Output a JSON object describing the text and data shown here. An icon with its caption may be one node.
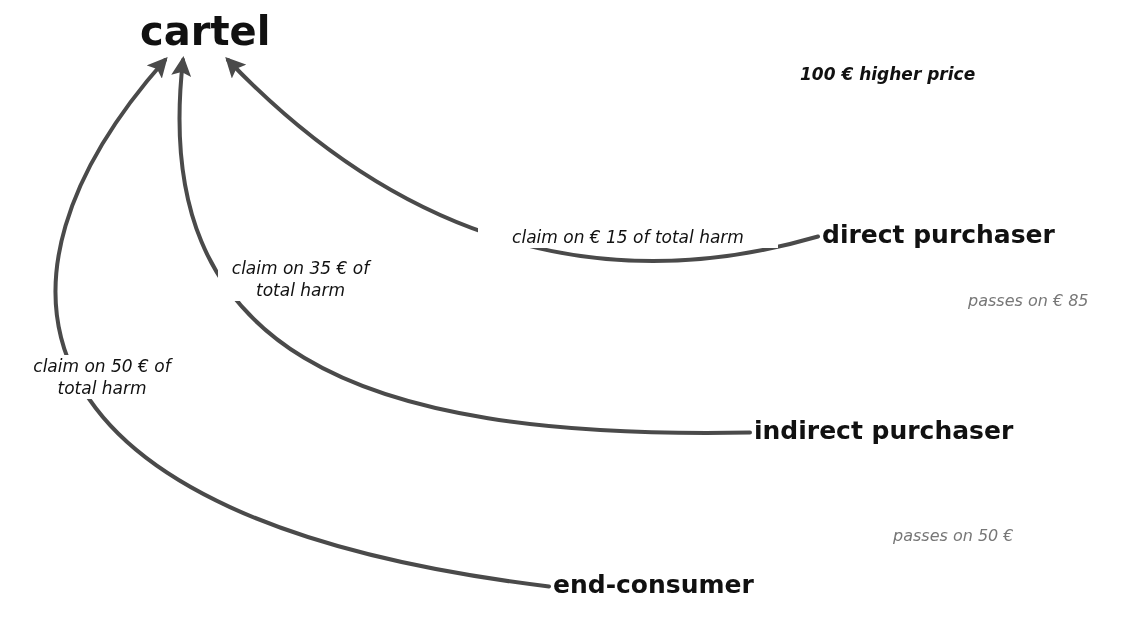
{
  "diagram": {
    "nodes": [
      {
        "text": [
          "cartel"
        ]
      },
      {
        "text": [
          "direct purchaser"
        ]
      },
      {
        "text": [
          "indirect purchaser"
        ]
      },
      {
        "text": [
          "end-consumer"
        ]
      }
    ],
    "edges": [
      {
        "from": 1,
        "to": 0,
        "arrow": "to",
        "label": "claim on € 15 of total harm"
      },
      {
        "from": 2,
        "to": 0,
        "arrow": "to",
        "label": "claim on 35 € of total harm"
      },
      {
        "from": 3,
        "to": 0,
        "arrow": "to",
        "label": "claim on 50 € of total harm"
      }
    ],
    "labels": [
      "100 € higher price",
      "passes on € 85",
      "passes on 50 €"
    ]
  }
}
